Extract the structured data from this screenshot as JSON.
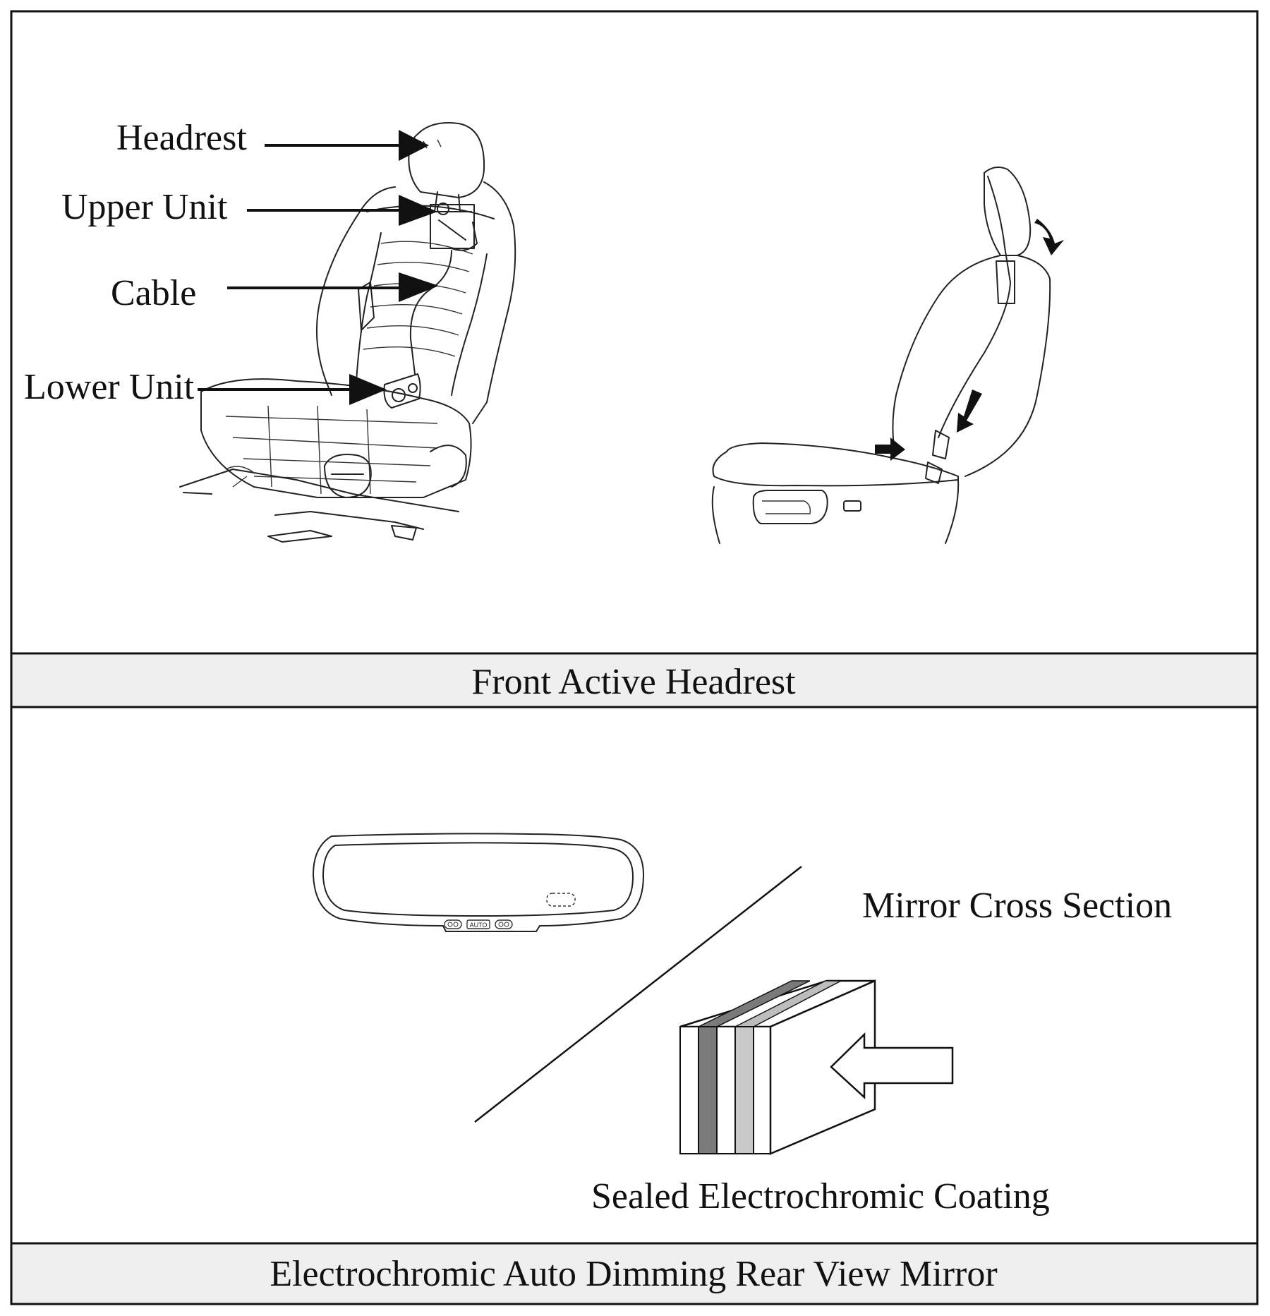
{
  "top_panel": {
    "caption": "Front Active Headrest",
    "labels": {
      "headrest": "Headrest",
      "upper_unit": "Upper Unit",
      "cable": "Cable",
      "lower_unit": "Lower Unit"
    }
  },
  "bottom_panel": {
    "caption": "Electrochromic Auto Dimming Rear View Mirror",
    "mirror_cross_section": "Mirror Cross Section",
    "coating": "Sealed Electrochromic Coating",
    "mirror_button": "AUTO"
  }
}
